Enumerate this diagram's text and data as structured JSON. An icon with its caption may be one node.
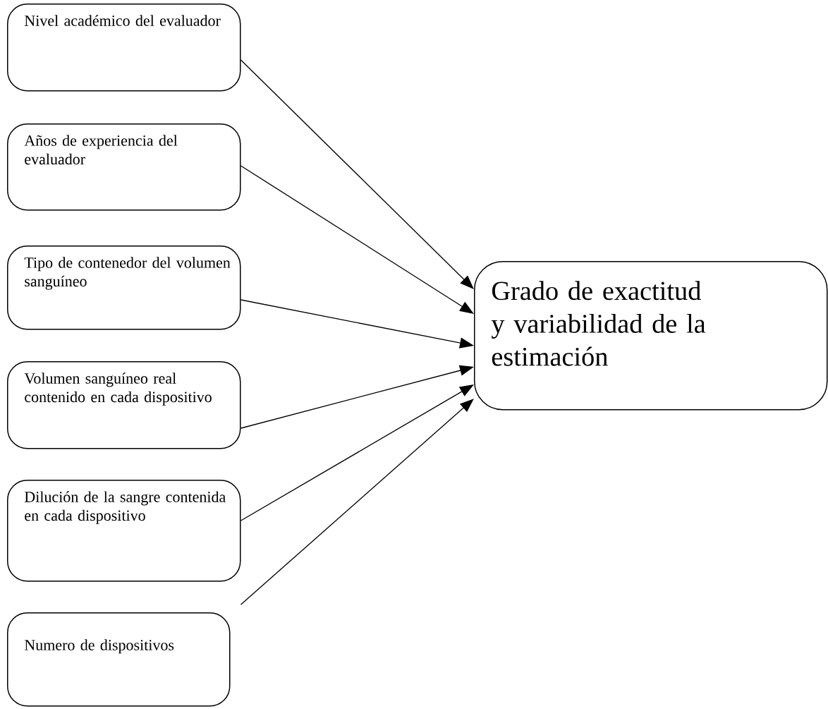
{
  "diagram": {
    "nodes": [
      {
        "text": [
          "Nivel académico del evaluador"
        ]
      },
      {
        "text": [
          "Años de experiencia del evaluador"
        ]
      },
      {
        "text": [
          "Tipo de contenedor del volumen sanguíneo"
        ]
      },
      {
        "text": [
          "Volumen sanguíneo real contenido en cada dispositivo"
        ]
      },
      {
        "text": [
          "Dilución de la sangre contenida en cada dispositivo"
        ]
      },
      {
        "text": [
          "Numero de dispositivos"
        ]
      },
      {
        "text": [
          "Grado de exactitud y variabilidad de la estimación"
        ]
      }
    ],
    "edges": [
      {
        "from": 0,
        "to": 6,
        "arrow": "to"
      },
      {
        "from": 1,
        "to": 6,
        "arrow": "to"
      },
      {
        "from": 2,
        "to": 6,
        "arrow": "to"
      },
      {
        "from": 3,
        "to": 6,
        "arrow": "to"
      },
      {
        "from": 4,
        "to": 6,
        "arrow": "to"
      },
      {
        "from": 5,
        "to": 6,
        "arrow": "to"
      }
    ]
  }
}
